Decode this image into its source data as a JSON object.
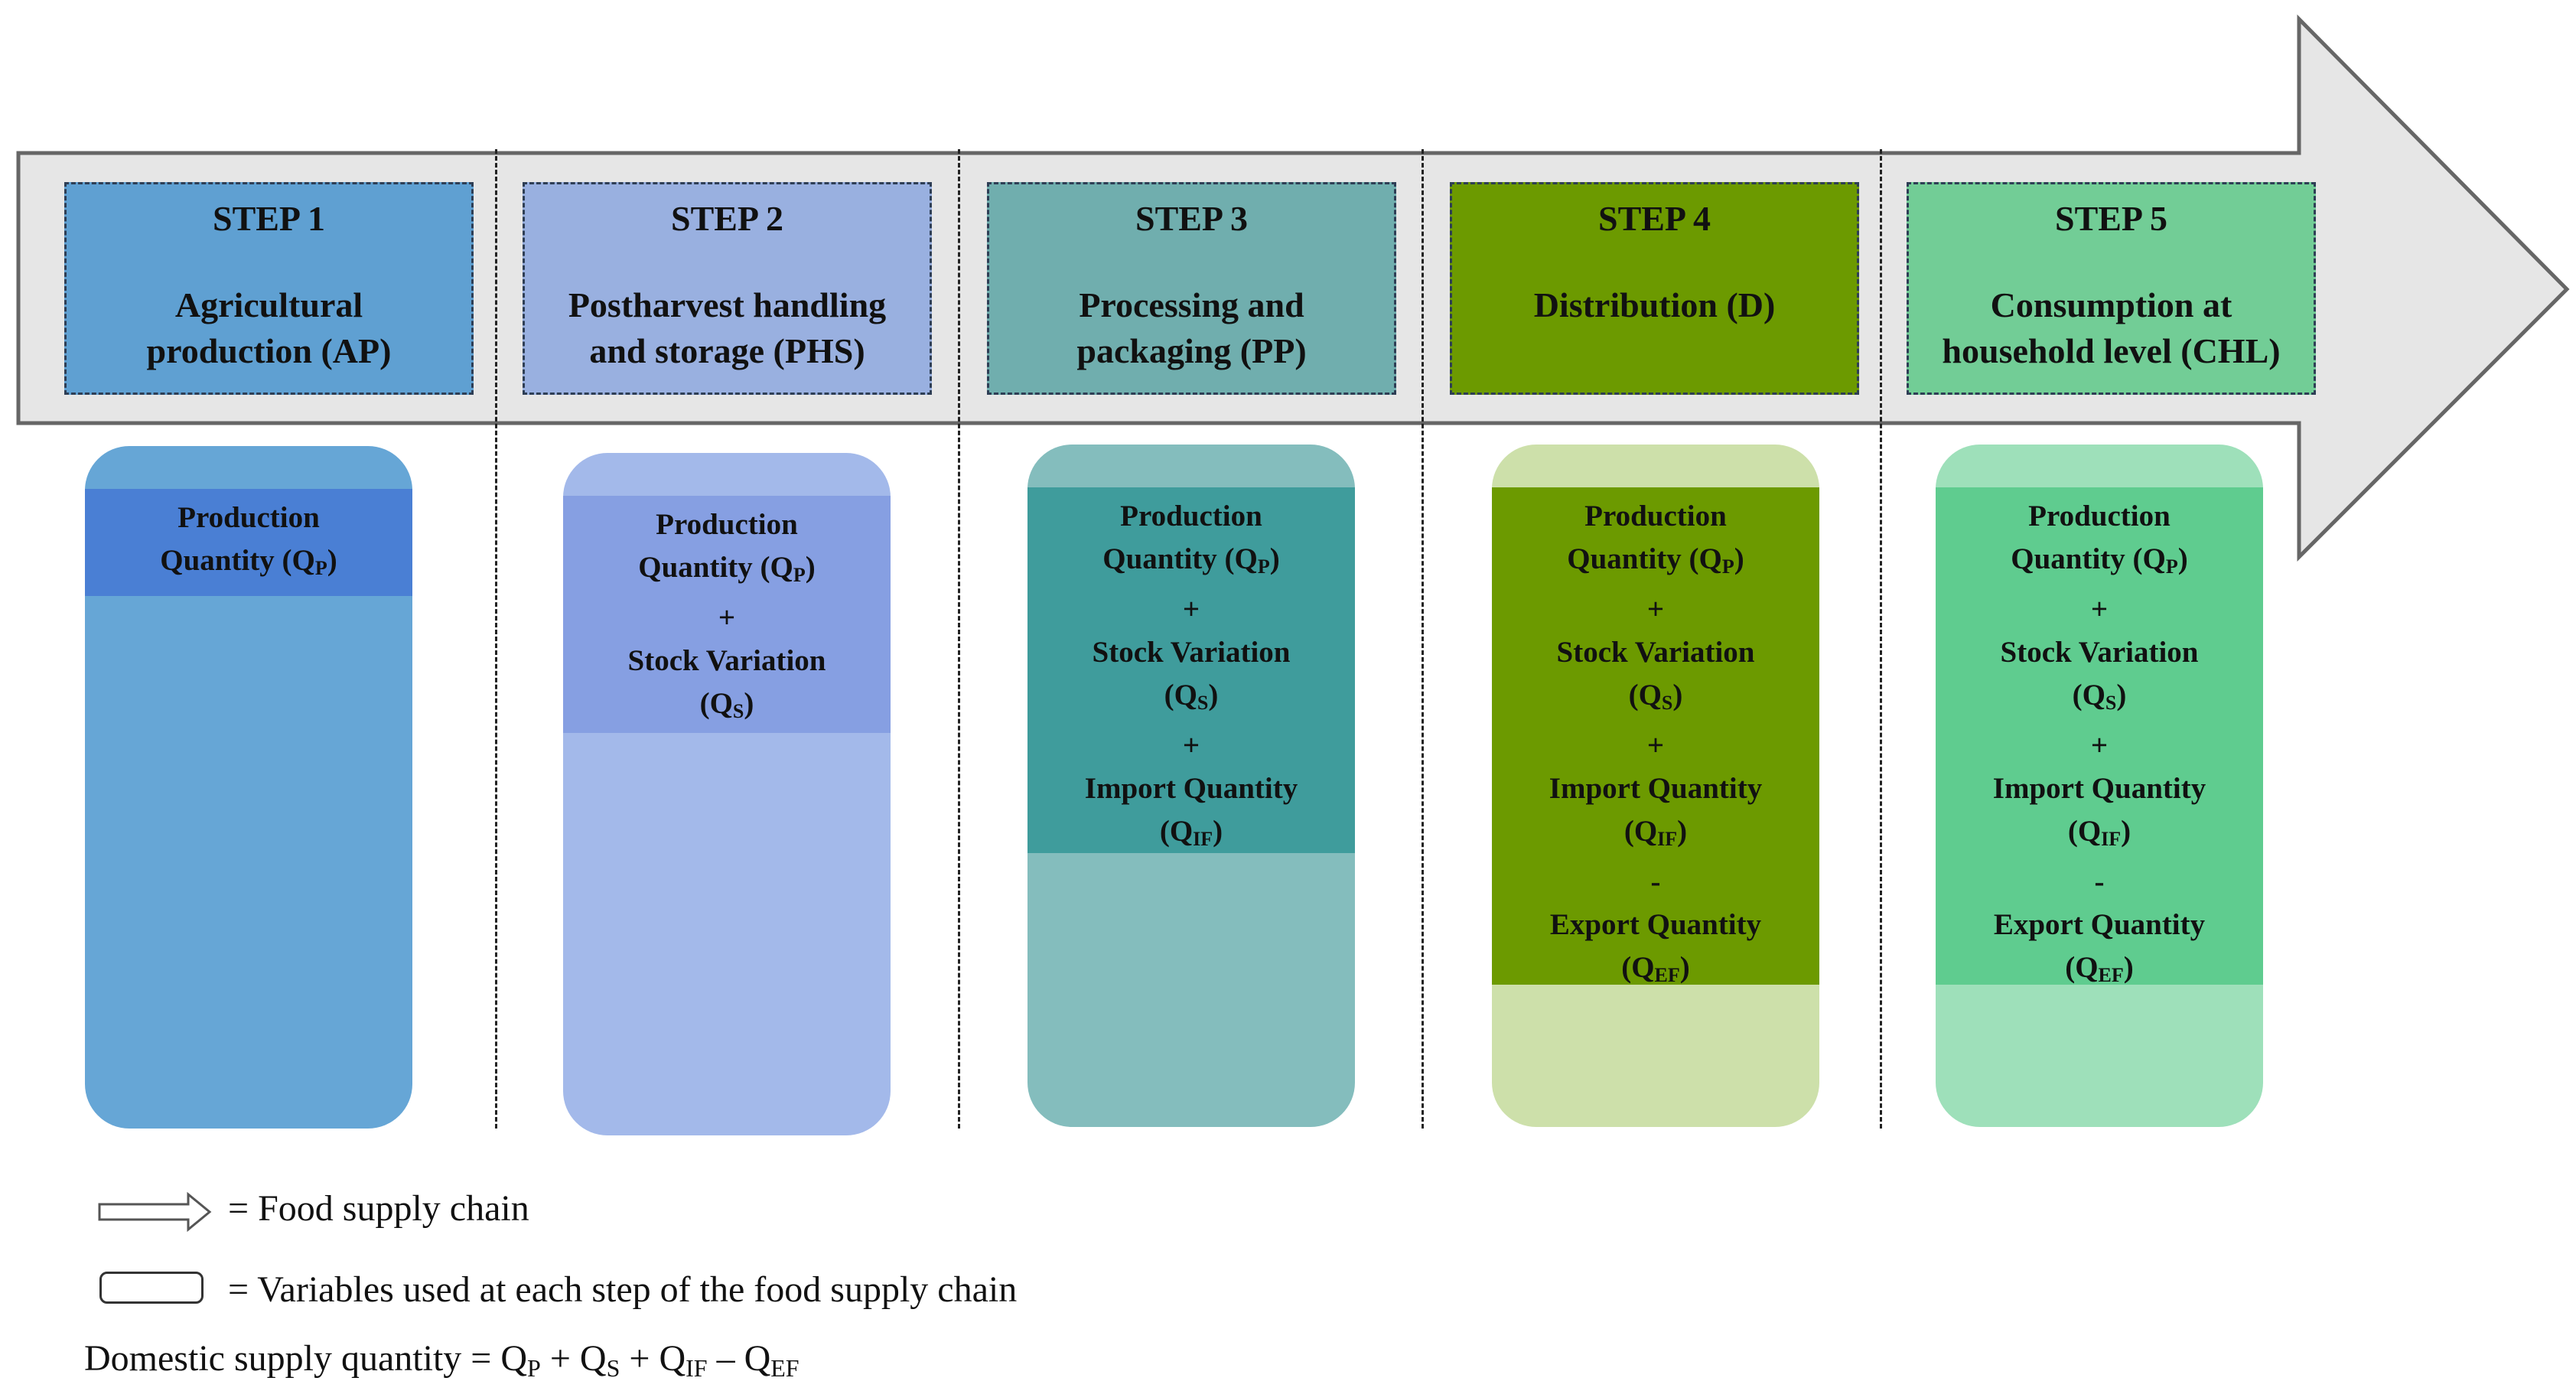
{
  "steps": [
    {
      "title": "STEP 1",
      "name_line1": "Agricultural",
      "name_line2": "production (AP)"
    },
    {
      "title": "STEP 2",
      "name_line1": "Postharvest handling",
      "name_line2": "and storage (PHS)"
    },
    {
      "title": "STEP 3",
      "name_line1": "Processing and",
      "name_line2": "packaging (PP)"
    },
    {
      "title": "STEP 4",
      "name_line1": "Distribution (D)",
      "name_line2": ""
    },
    {
      "title": "STEP 5",
      "name_line1": "Consumption at",
      "name_line2": "household level (CHL)"
    }
  ],
  "variables": {
    "production": "Production",
    "quantity": "Quantity  (Q",
    "sub_p": "P",
    "plus": "+",
    "minus": "-",
    "stock_variation": "Stock Variation",
    "sub_s": "S",
    "import_quantity": "Import  Quantity",
    "sub_if": "IF",
    "export_quantity": "Export  Quantity",
    "sub_ef": "EF",
    "q_open": "(Q",
    "close": ")"
  },
  "legend": {
    "arrow_text": "= Food supply chain",
    "box_text": "= Variables  used at each step of the  food supply chain"
  },
  "formula": {
    "label": "Domestic supply quantity  =",
    "q": "Q",
    "p": "P",
    "s": "S",
    "if": "IF",
    "ef": "EF",
    "plus": "+",
    "minus": "–"
  },
  "colors": {
    "arrow_fill": "#e6e6e6",
    "step1_header": "#5fa0d2",
    "step1_light": "#66a6d6",
    "step1_dark": "#4a7fd4",
    "step2_header": "#99b0e0",
    "step2_light": "#a3b9ea",
    "step2_dark": "#869fe2",
    "step3_header": "#70aeae",
    "step3_light": "#84bdbd",
    "step3_dark": "#3f9c9c",
    "step4_header": "#6c9a00",
    "step4_light": "#cde0aa",
    "step4_dark": "#6c9a00",
    "step5_header": "#72cd96",
    "step5_light": "#9ee0ba",
    "step5_dark": "#5fcc8f"
  }
}
